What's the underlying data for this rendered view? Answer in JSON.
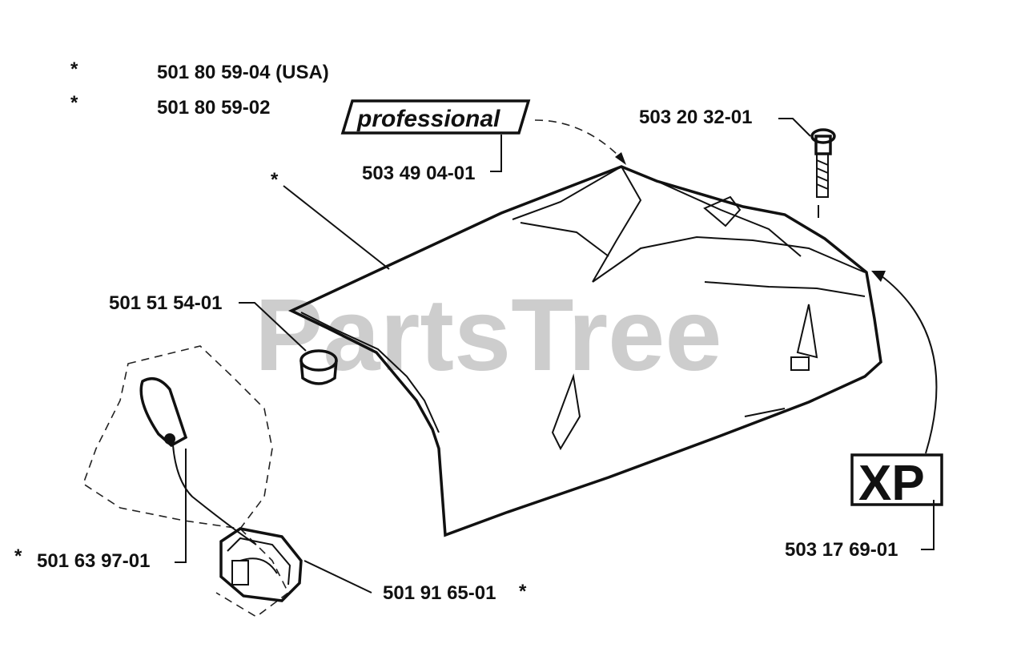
{
  "labels": {
    "part_cover_usa": "501 80 59-04 (USA)",
    "part_cover_2": "501 80 59-02",
    "asterisk_1": "*",
    "asterisk_2": "*",
    "asterisk_3": "*",
    "asterisk_4": "*",
    "asterisk_5": "*",
    "professional_decal_text": "professional",
    "part_professional_decal": "503 49 04-01",
    "part_screw": "503 20 32-01",
    "part_plug": "501 51 54-01",
    "part_wire": "501  63 97-01",
    "part_knob": "501 91 65-01",
    "xp_decal_text": "XP",
    "part_xp_decal": "503 17 69-01"
  },
  "watermark": "PartsTree"
}
